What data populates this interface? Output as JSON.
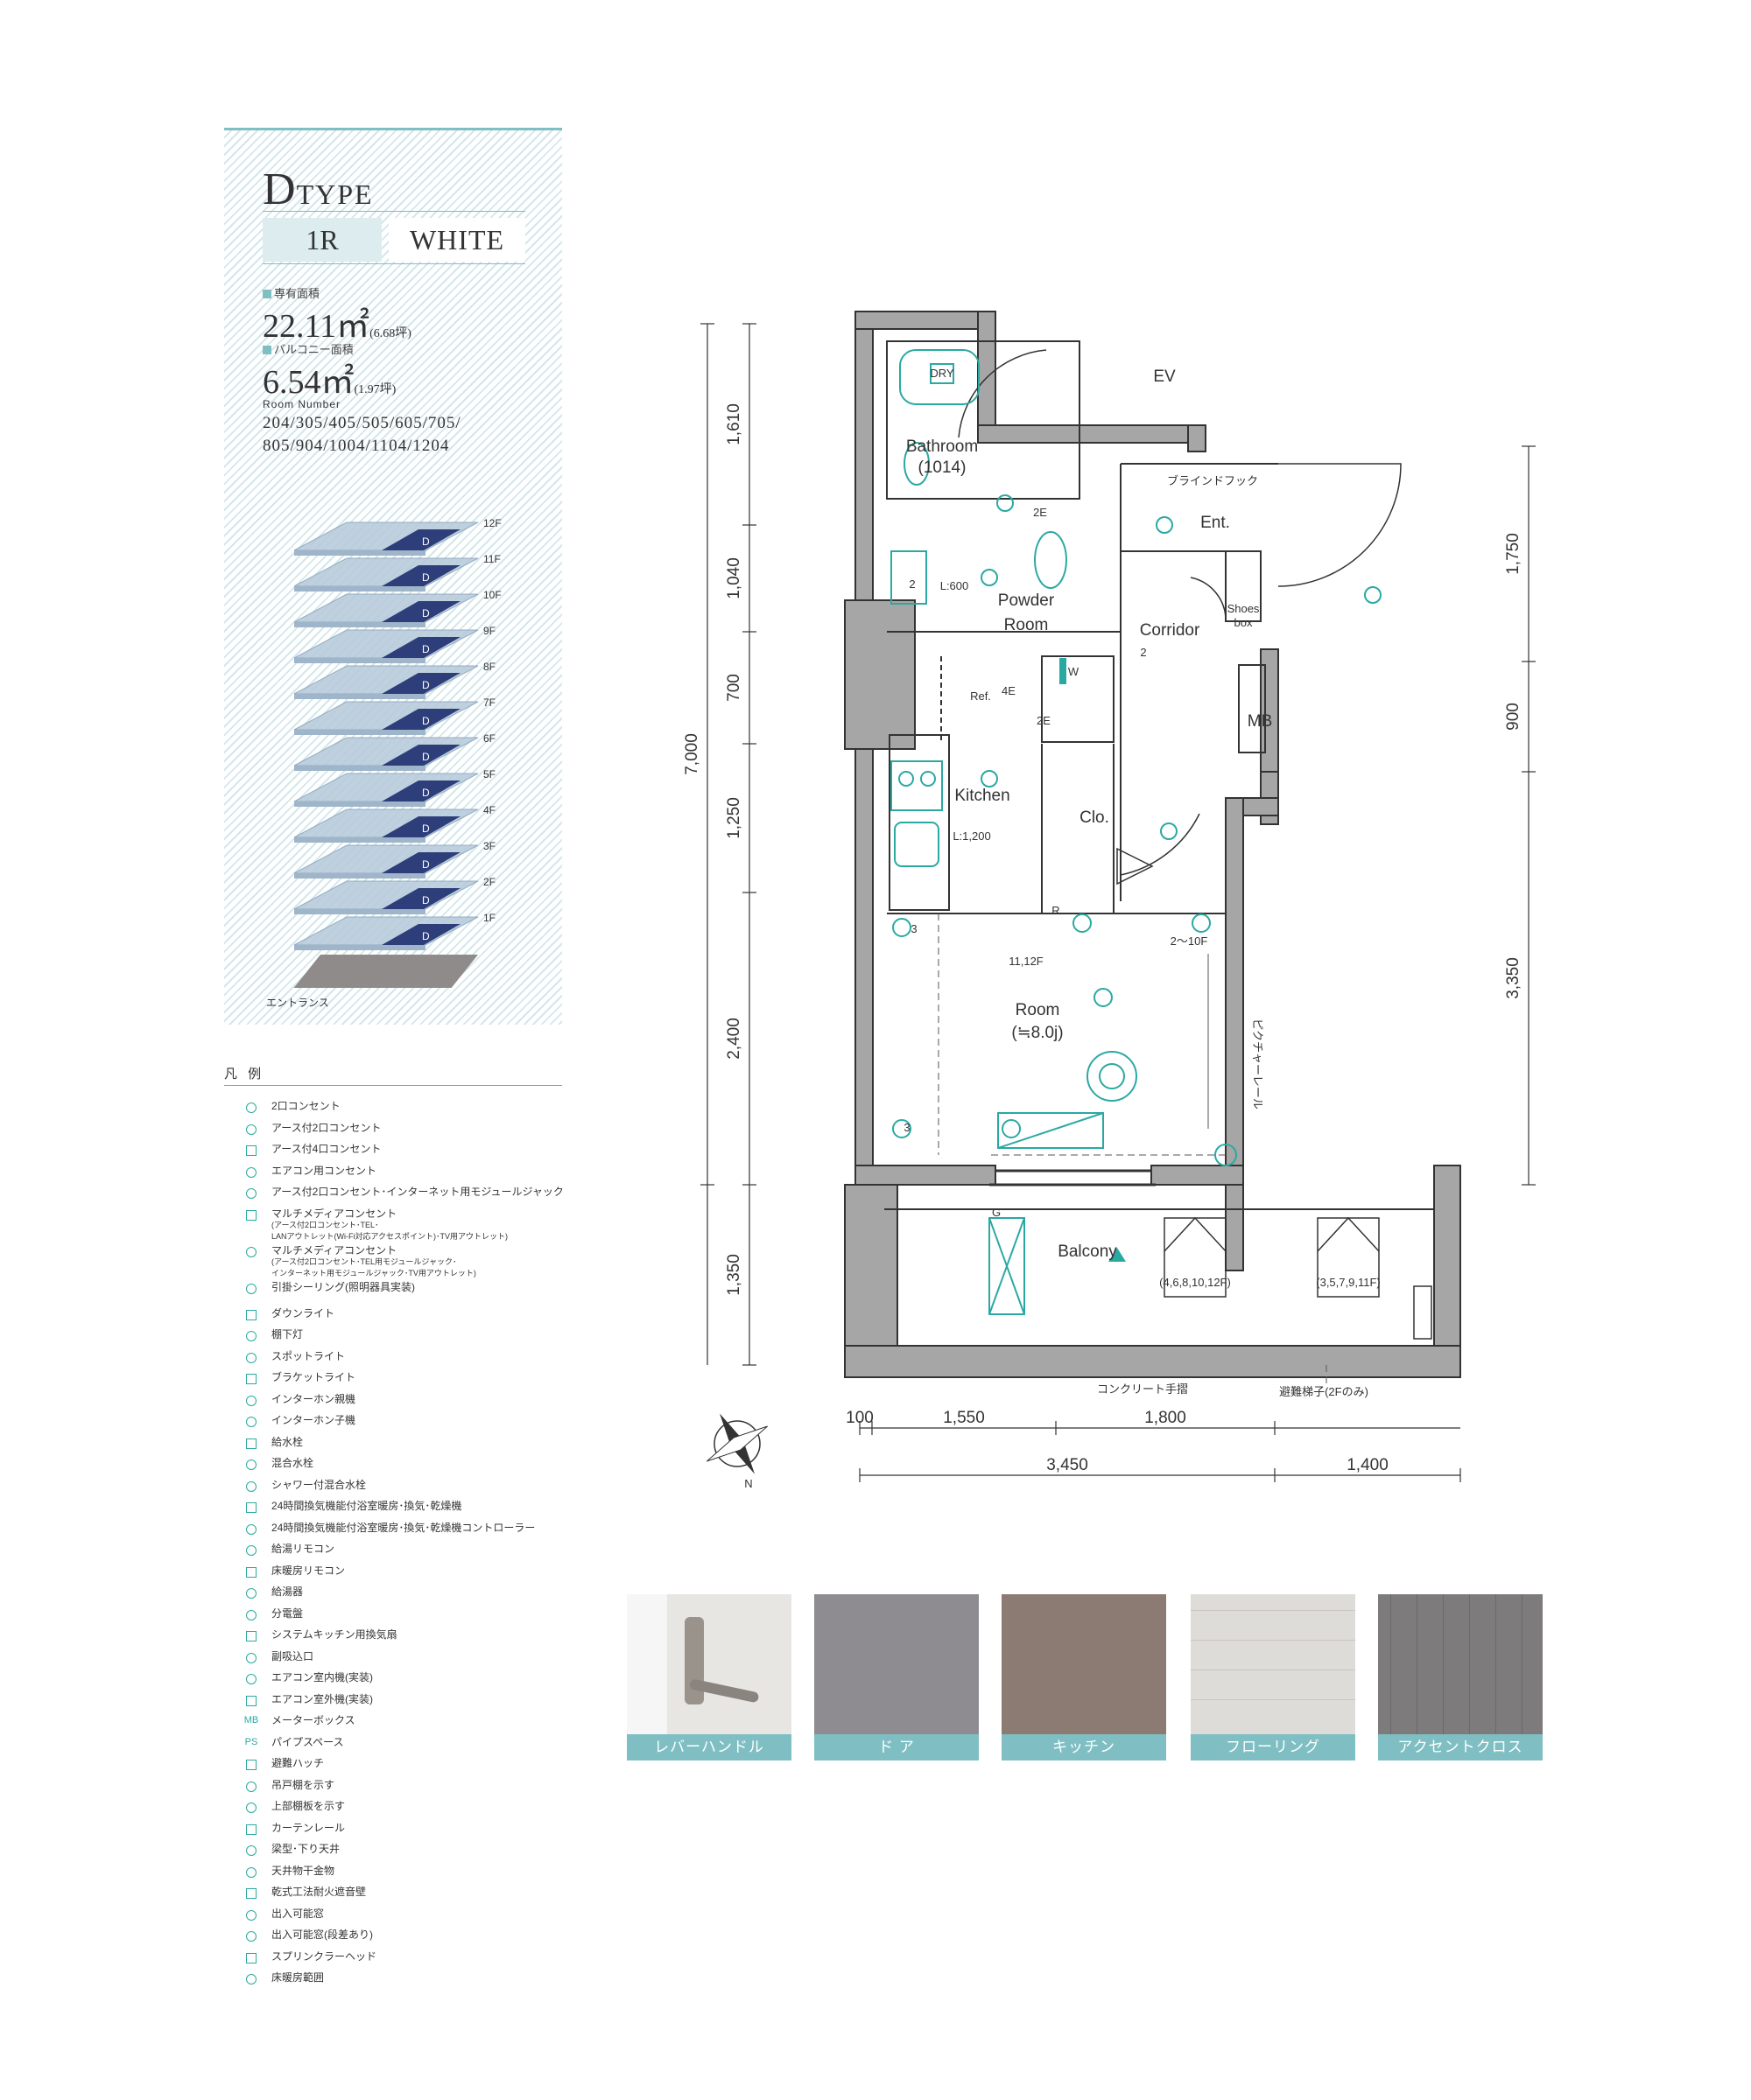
{
  "unit": {
    "type_letter": "D",
    "type_word": "TYPE",
    "layout": "1R",
    "color": "WHITE",
    "private_area_label": "専有面積",
    "private_area": "22.11㎡",
    "private_area_tsubo": "(6.68坪)",
    "balcony_area_label": "バルコニー面積",
    "balcony_area": "6.54㎡",
    "balcony_area_tsubo": "(1.97坪)",
    "room_number_label": "Room Number",
    "room_numbers_line1": "204/305/405/505/605/705/",
    "room_numbers_line2": "805/904/1004/1104/1204"
  },
  "floors": [
    "12F",
    "11F",
    "10F",
    "9F",
    "8F",
    "7F",
    "6F",
    "5F",
    "4F",
    "3F",
    "2F",
    "1F"
  ],
  "floor_marker": "D",
  "entrance_label": "エントランス",
  "legend": {
    "title": "凡 例",
    "items": [
      {
        "label": "2口コンセント"
      },
      {
        "label": "アース付2口コンセント"
      },
      {
        "label": "アース付4口コンセント"
      },
      {
        "label": "エアコン用コンセント"
      },
      {
        "label": "アース付2口コンセント･インターネット用モジュールジャック"
      },
      {
        "label": "マルチメディアコンセント",
        "sub1": "(アース付2口コンセント･TEL･",
        "sub2": "LANアウトレット(Wi-Fi対応アクセスポイント)･TV用アウトレット)"
      },
      {
        "label": "マルチメディアコンセント",
        "sub1": "(アース付2口コンセント･TEL用モジュールジャック･",
        "sub2": "インターネット用モジュールジャック･TV用アウトレット)"
      },
      {
        "label": "引掛シーリング(照明器具実装)"
      },
      {
        "label": "ダウンライト"
      },
      {
        "label": "棚下灯"
      },
      {
        "label": "スポットライト"
      },
      {
        "label": "ブラケットライト"
      },
      {
        "label": "インターホン親機"
      },
      {
        "label": "インターホン子機"
      },
      {
        "label": "給水栓"
      },
      {
        "label": "混合水栓"
      },
      {
        "label": "シャワー付混合水栓"
      },
      {
        "label": "24時間換気機能付浴室暖房･換気･乾燥機"
      },
      {
        "label": "24時間換気機能付浴室暖房･換気･乾燥機コントローラー"
      },
      {
        "label": "給湯リモコン"
      },
      {
        "label": "床暖房リモコン"
      },
      {
        "label": "給湯器"
      },
      {
        "label": "分電盤"
      },
      {
        "label": "システムキッチン用換気扇"
      },
      {
        "label": "副吸込口"
      },
      {
        "label": "エアコン室内機(実装)"
      },
      {
        "label": "エアコン室外機(実装)"
      },
      {
        "label": "メーターボックス",
        "icon_text": "MB"
      },
      {
        "label": "パイプスペース",
        "icon_text": "PS"
      },
      {
        "label": "避難ハッチ"
      },
      {
        "label": "吊戸棚を示す"
      },
      {
        "label": "上部棚板を示す"
      },
      {
        "label": "カーテンレール"
      },
      {
        "label": "梁型･下り天井"
      },
      {
        "label": "天井物干金物"
      },
      {
        "label": "乾式工法耐火遮音壁"
      },
      {
        "label": "出入可能窓"
      },
      {
        "label": "出入可能窓(段差あり)"
      },
      {
        "label": "スプリンクラーヘッド"
      },
      {
        "label": "床暖房範囲"
      }
    ]
  },
  "plan": {
    "labels": {
      "ev": "EV",
      "bathroom": "Bathroom",
      "bathroom_size": "(1014)",
      "dry": "DRY",
      "blind_hook": "ブラインドフック",
      "ent": "Ent.",
      "powder1": "Powder",
      "powder2": "Room",
      "l600": "L:600",
      "corridor": "Corridor",
      "shoes1": "Shoes",
      "shoes2": "box",
      "w": "W",
      "ref": "Ref.",
      "mb": "MB",
      "kitchen": "Kitchen",
      "l1200": "L:1,200",
      "clo": "Clo.",
      "r": "R",
      "room": "Room",
      "room_size": "(≒8.0j)",
      "floors_11_12": "11,12F",
      "floors_2_10": "2～10F",
      "picture_rail": "ピクチャーレール",
      "balcony": "Balcony",
      "hatch_a": "(4,6,8,10,12F)",
      "hatch_b": "(3,5,7,9,11F)",
      "concrete_rail": "コンクリート手摺",
      "evac_ladder": "避難梯子(2Fのみ)",
      "g": "G",
      "n": "N",
      "c2e_a": "2E",
      "c2e_b": "2E",
      "c4e": "4E",
      "c2_a": "2",
      "c2_b": "2",
      "c3_a": "3",
      "c3_b": "3"
    },
    "dims_left": [
      "1,610",
      "1,040",
      "700",
      "1,250",
      "2,400",
      "1,350"
    ],
    "dim_total_left": "7,000",
    "dims_right": [
      "1,750",
      "900",
      "3,350"
    ],
    "dims_bottom_row1": [
      "100",
      "1,550",
      "1,800"
    ],
    "dims_bottom_row2": [
      "3,450",
      "1,400"
    ]
  },
  "finishes": [
    {
      "label": "レバーハンドル",
      "color": "#e8e6e3"
    },
    {
      "label": "ド ア",
      "color": "#8f8c91"
    },
    {
      "label": "キッチン",
      "color": "#8c7b72"
    },
    {
      "label": "フローリング",
      "color": "#dedcd8"
    },
    {
      "label": "アクセントクロス",
      "color": "#7d7b7c"
    }
  ],
  "colors": {
    "accent": "#7fbfc3",
    "wall": "#a6a6a6",
    "fixture": "#2aa9a2",
    "floor_marker": "#2d3e7a"
  }
}
